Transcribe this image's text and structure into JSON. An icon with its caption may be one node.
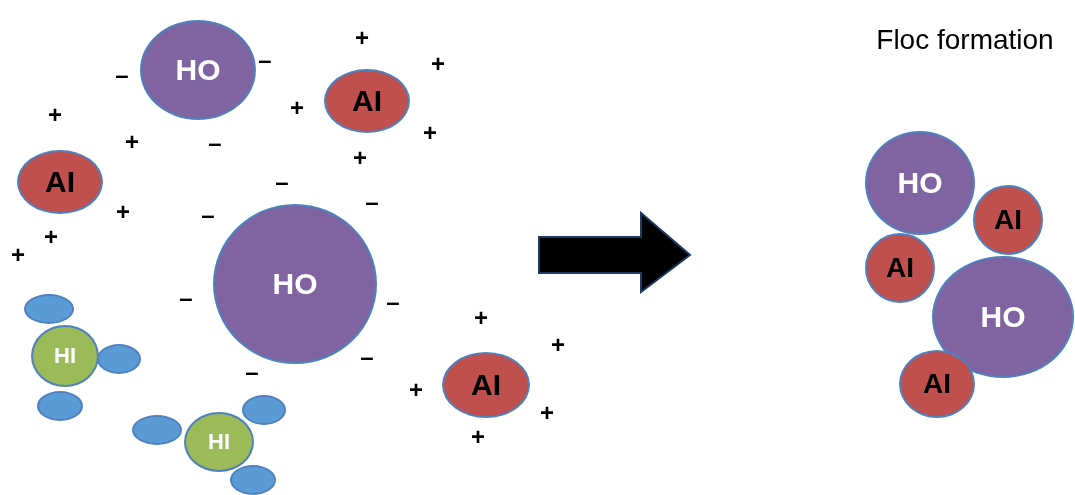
{
  "diagram": {
    "nodes": [
      {
        "text": [
          "HO"
        ]
      },
      {
        "text": [
          "AI"
        ]
      },
      {
        "text": [
          "AI"
        ]
      },
      {
        "text": [
          "HO"
        ]
      },
      {
        "text": [],
        "shape": "ellipse"
      },
      {
        "text": [
          "HI"
        ]
      },
      {
        "text": [],
        "shape": "ellipse"
      },
      {
        "text": [],
        "shape": "ellipse"
      },
      {
        "text": [],
        "shape": "ellipse"
      },
      {
        "text": [],
        "shape": "ellipse"
      },
      {
        "text": [
          "HI"
        ]
      },
      {
        "text": [],
        "shape": "ellipse"
      },
      {
        "text": [
          "AI"
        ]
      },
      {
        "text": [
          "HO"
        ]
      },
      {
        "text": [
          "AI"
        ]
      },
      {
        "text": [
          "AI"
        ]
      },
      {
        "text": [
          "HO"
        ]
      },
      {
        "text": [
          "AI"
        ]
      }
    ],
    "labels": [
      "Floc formation",
      "+",
      "–",
      "+",
      "–",
      "+",
      "+",
      "+",
      "+",
      "–",
      "+",
      "–",
      "–",
      "+",
      "–",
      "+",
      "+",
      "–",
      "–",
      "+",
      "+",
      "–",
      "–",
      "+",
      "+",
      "+"
    ]
  }
}
